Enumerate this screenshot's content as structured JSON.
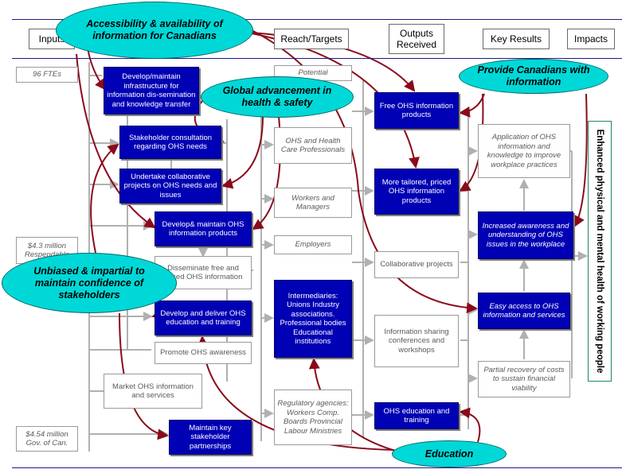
{
  "headers": {
    "inputs": "Inputs",
    "reach_targets": "Reach/Targets",
    "outputs_received": "Outputs Received",
    "key_results": "Key Results",
    "impacts": "Impacts"
  },
  "inputs": {
    "ftes": "96 FTEs",
    "respendable": "$4.3 million Respendable",
    "gov": "$4.54 million Gov. of Can."
  },
  "activities": {
    "infrastructure": "Develop/maintain infrastructure for information dis-semination and knowledge transfer",
    "consultation": "Stakeholder consultation regarding OHS needs",
    "collaborative": "Undertake collaborative projects on OHS needs and issues",
    "info_products": "Develop& maintain OHS information products",
    "disseminate": "Disseminate free and priced OHS information",
    "education": "Develop and deliver OHS education and training",
    "promote": "Promote OHS awareness",
    "market": "Market OHS information and services",
    "partnerships": "Maintain key stakeholder partnerships"
  },
  "reach": {
    "potential": "Potential",
    "professionals": "OHS and Health Care Professionals",
    "workers": "Workers and Managers",
    "employers": "Employers",
    "intermediaries": "Intermediaries: Unions Industry associations. Professional bodies Educational institutions",
    "regulatory": "Regulatory agencies: Workers Comp. Boards Provincial Labour Ministries"
  },
  "outputs": {
    "free": "Free OHS information products",
    "tailored": "More tailored, priced OHS information products",
    "collab": "Collaborative projects",
    "sharing": "Information sharing conferences and workshops",
    "education": "OHS education and training"
  },
  "results": {
    "application": "Application of OHS information and knowledge to improve workplace practices",
    "awareness": "Increased awareness and understanding of OHS issues in the workplace",
    "access": "Easy access to OHS information and services",
    "recovery": "Partial recovery of costs to sustain financial viability"
  },
  "impact": "Enhanced physical and mental health of working people",
  "bubbles": {
    "accessibility": "Accessibility & availability of information for Canadians",
    "global": "Global advancement in health & safety",
    "provide": "Provide Canadians with information",
    "unbiased": "Unbiased & impartial to maintain confidence of stakeholders",
    "education": "Education"
  },
  "colors": {
    "activity_fill": "#0000b4",
    "bubble_fill": "#00d8d8",
    "arrow": "#8b0a1a",
    "connector": "#b0b0b0",
    "rule": "#1a1a8c"
  }
}
